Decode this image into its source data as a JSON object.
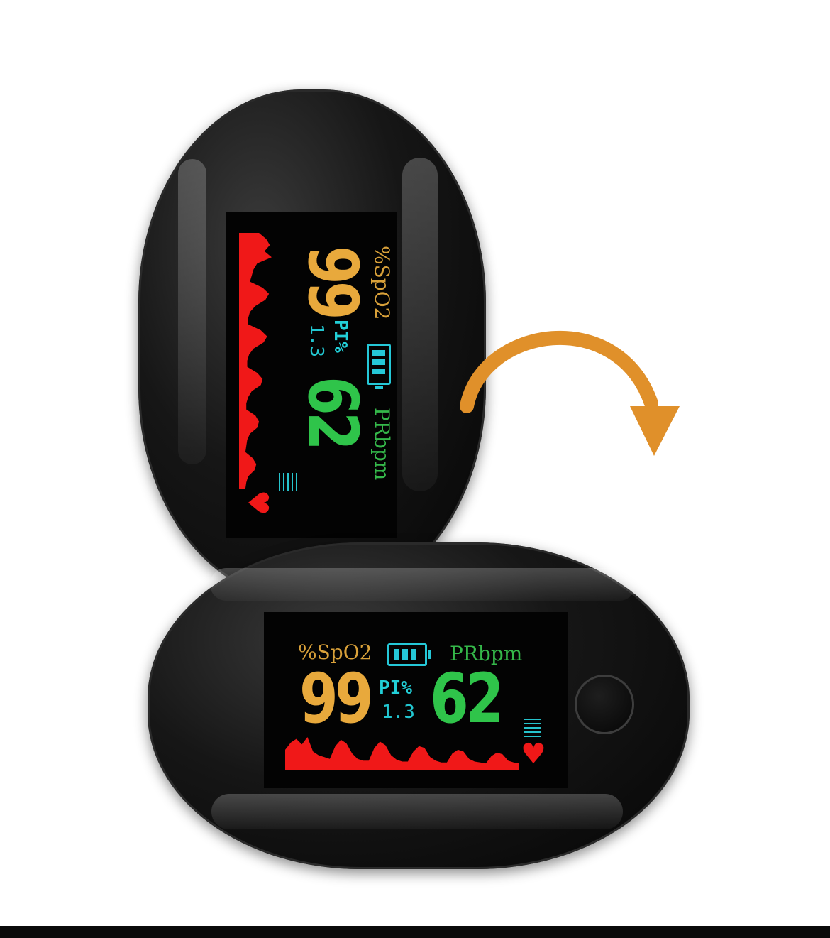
{
  "readings": {
    "spo2_label": "%SpO2",
    "spo2_value": "99",
    "pi_label": "PI%",
    "pi_value": "1.3",
    "pr_value": "62",
    "pr_label": "PRbpm",
    "heart_glyph": "♥"
  },
  "colors": {
    "spo2": "#e8a93c",
    "pi": "#22c6d0",
    "pr": "#2fc44a",
    "waveform": "#f01818",
    "rotation_arrow": "#e0902a",
    "device_body": "#111111"
  },
  "icons": [
    "battery-icon",
    "signal-bars-icon",
    "heart-icon",
    "power-button-icon",
    "rotate-arrow-icon"
  ],
  "battery_level_cells": 3,
  "waveform": [
    22,
    30,
    34,
    28,
    36,
    20,
    16,
    14,
    12,
    26,
    33,
    29,
    18,
    12,
    10,
    10,
    24,
    31,
    27,
    16,
    11,
    9,
    9,
    20,
    26,
    24,
    14,
    10,
    8,
    8,
    18,
    22,
    20,
    12,
    9,
    8,
    7,
    15,
    19,
    17,
    10,
    8,
    7
  ]
}
